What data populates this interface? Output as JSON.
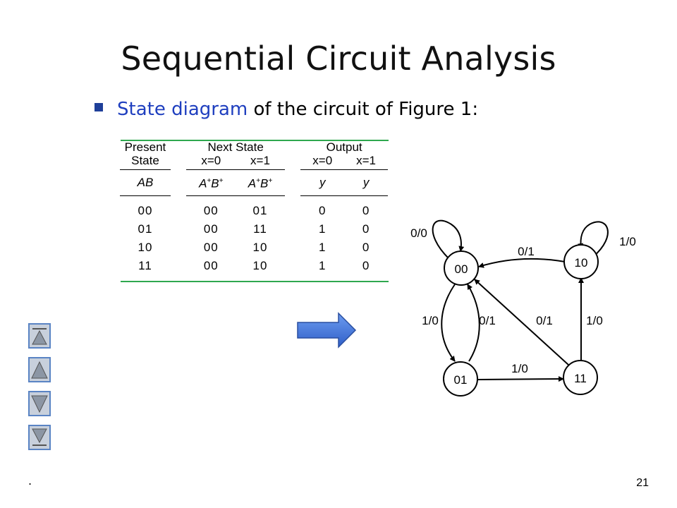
{
  "title": "Sequential Circuit Analysis",
  "bullet": {
    "highlight": "State diagram",
    "rest": " of the circuit of Figure 1:"
  },
  "table": {
    "header_row1": [
      "Present",
      "Next State",
      "Output"
    ],
    "header_row2": [
      "State",
      "x=0",
      "x=1",
      "x=0",
      "x=1"
    ],
    "vars": [
      "AB",
      "A⁺B⁺",
      "A⁺B⁺",
      "y",
      "y"
    ],
    "rows": [
      [
        "00",
        "00",
        "01",
        "0",
        "0"
      ],
      [
        "01",
        "00",
        "11",
        "1",
        "0"
      ],
      [
        "10",
        "00",
        "10",
        "1",
        "0"
      ],
      [
        "11",
        "00",
        "10",
        "1",
        "0"
      ]
    ]
  },
  "diagram": {
    "states": [
      "00",
      "10",
      "01",
      "11"
    ],
    "edge_labels": {
      "self_00": "0/0",
      "self_10": "1/0",
      "10_to_00": "0/1",
      "00_to_01": "1/0",
      "01_to_00": "0/1",
      "11_to_00": "0/1",
      "11_to_10": "1/0",
      "01_to_11": "1/0"
    }
  },
  "nav": {
    "icons": [
      "first-slide-icon",
      "previous-slide-icon",
      "next-slide-icon",
      "last-slide-icon"
    ]
  },
  "colors": {
    "accent_blue": "#1f3fbf",
    "rule_green": "#2fa84f",
    "arrow_blue": "#4a7ee0"
  },
  "page_number": "21",
  "footer_mark": "."
}
